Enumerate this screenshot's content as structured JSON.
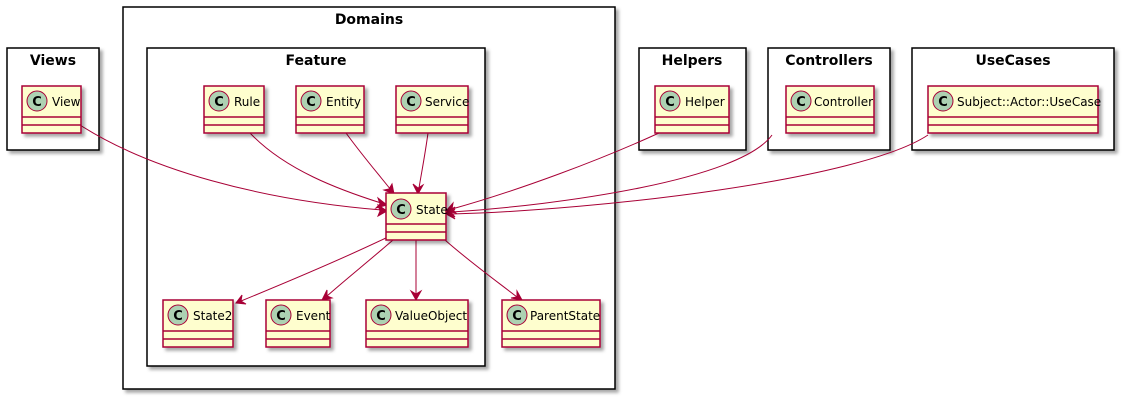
{
  "diagram": {
    "packages": {
      "views": "Views",
      "domains": "Domains",
      "feature": "Feature",
      "helpers": "Helpers",
      "controllers": "Controllers",
      "usecases": "UseCases"
    },
    "classes": {
      "view": "View",
      "rule": "Rule",
      "entity": "Entity",
      "service": "Service",
      "state": "State",
      "state2": "State2",
      "event": "Event",
      "valueobject": "ValueObject",
      "parentstate": "ParentState",
      "helper": "Helper",
      "controller": "Controller",
      "usecase": "Subject::Actor::UseCase"
    },
    "stereotype_letter": "C",
    "colors": {
      "class_fill": "#FEFECE",
      "class_border": "#A80036",
      "badge_fill": "#ADD1B2",
      "edge": "#A80036"
    }
  }
}
